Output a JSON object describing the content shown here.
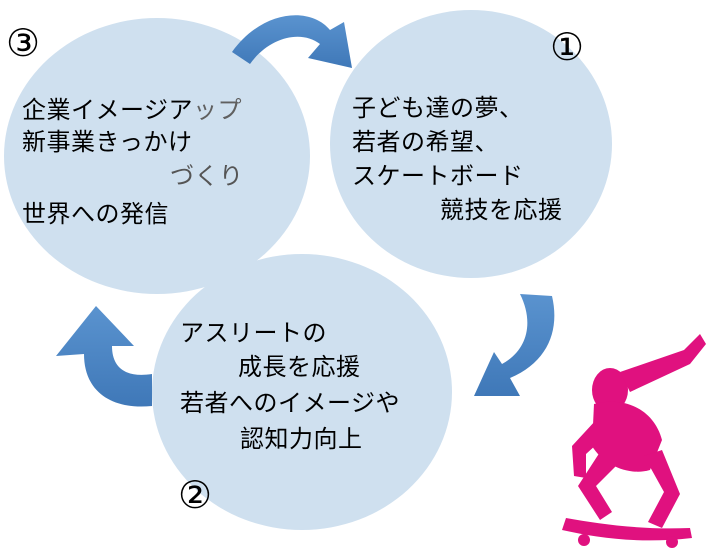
{
  "diagram": {
    "circle3": {
      "number": "③",
      "line1a": "企業イメージア",
      "line1b": "ップ",
      "line2": "新事業きっかけ",
      "line3": "づくり",
      "line4": "世界への発信"
    },
    "circle1": {
      "number": "①",
      "line1": "子ども達の夢、",
      "line2": "若者の希望、",
      "line3": "スケートボード",
      "line4": "競技を応援"
    },
    "circle2": {
      "number": "②",
      "line1": "アスリートの",
      "line2": "成長を応援",
      "line3": "若者へのイメージや",
      "line4": "認知力向上"
    }
  },
  "colors": {
    "circle_fill": "#cfe0ef",
    "arrow_fill": "#4f88c6",
    "skater": "#e0117f"
  },
  "icons": [
    "curved-arrow-icon",
    "skateboarder-icon"
  ]
}
